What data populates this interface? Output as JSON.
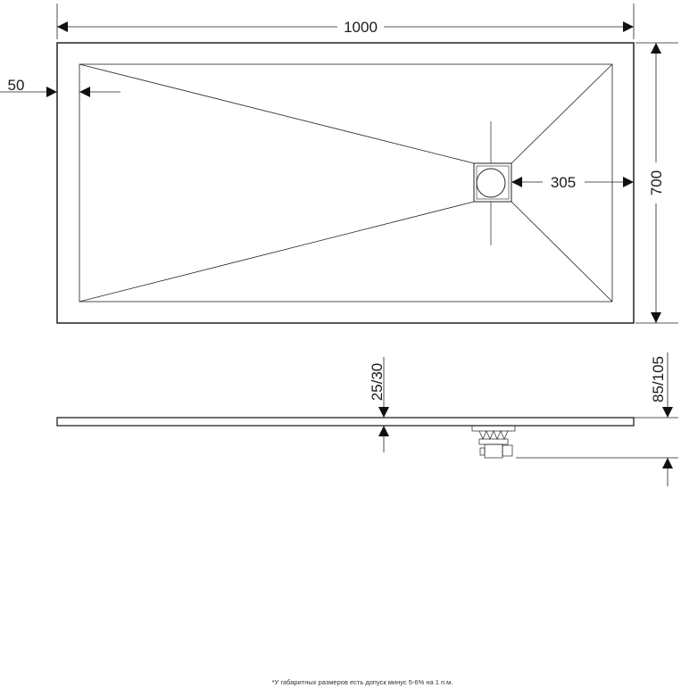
{
  "drawing": {
    "top_view": {
      "width_label": "1000",
      "depth_label": "700",
      "rim_label": "50",
      "drain_offset_label": "305"
    },
    "side_view": {
      "tray_thickness_label": "25/30",
      "total_height_label": "85/105"
    },
    "footnote": "*У габаритных размеров есть допуск минус  5-6% на 1 п.м."
  }
}
